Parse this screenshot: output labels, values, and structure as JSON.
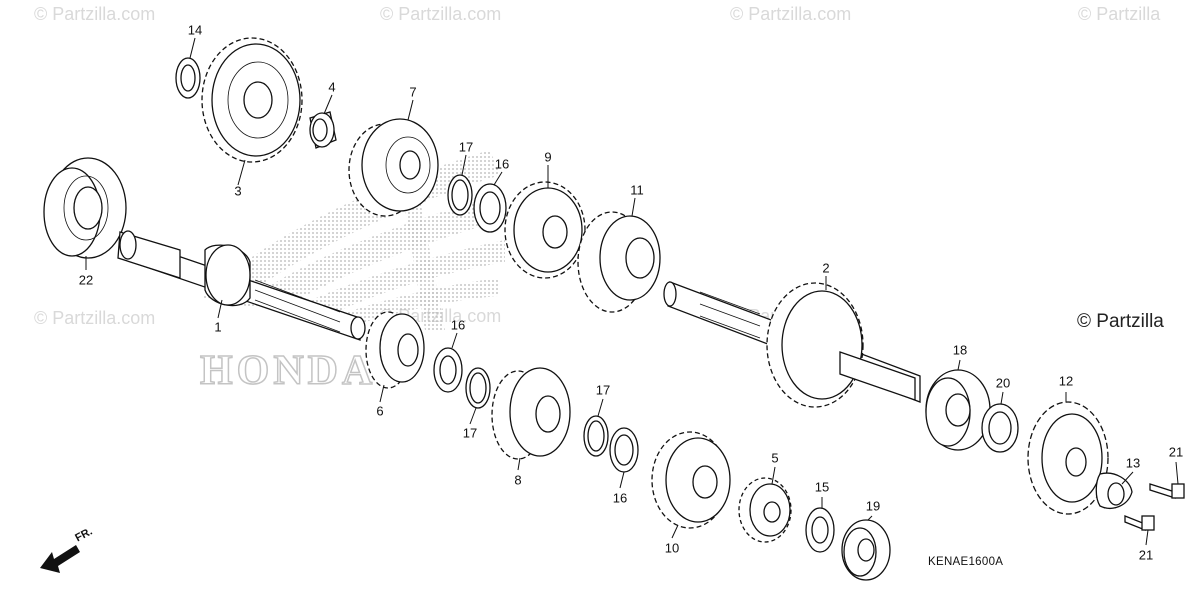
{
  "watermarks": [
    "© Partzilla.com",
    "© Partzilla.com",
    "© Partzilla.com",
    "© Partzilla",
    "© Partzilla.com",
    "© Partzilla.com",
    "© Partzilla.com"
  ],
  "brand_label": "© Partzilla",
  "diagram_code": "KENAE1600A",
  "direction_label": "FR.",
  "logo_text": "HONDA",
  "callouts": [
    "14",
    "3",
    "4",
    "7",
    "17",
    "16",
    "9",
    "11",
    "22",
    "1",
    "2",
    "16",
    "6",
    "17",
    "8",
    "17",
    "16",
    "10",
    "5",
    "15",
    "19",
    "18",
    "20",
    "12",
    "13",
    "21",
    "21"
  ]
}
